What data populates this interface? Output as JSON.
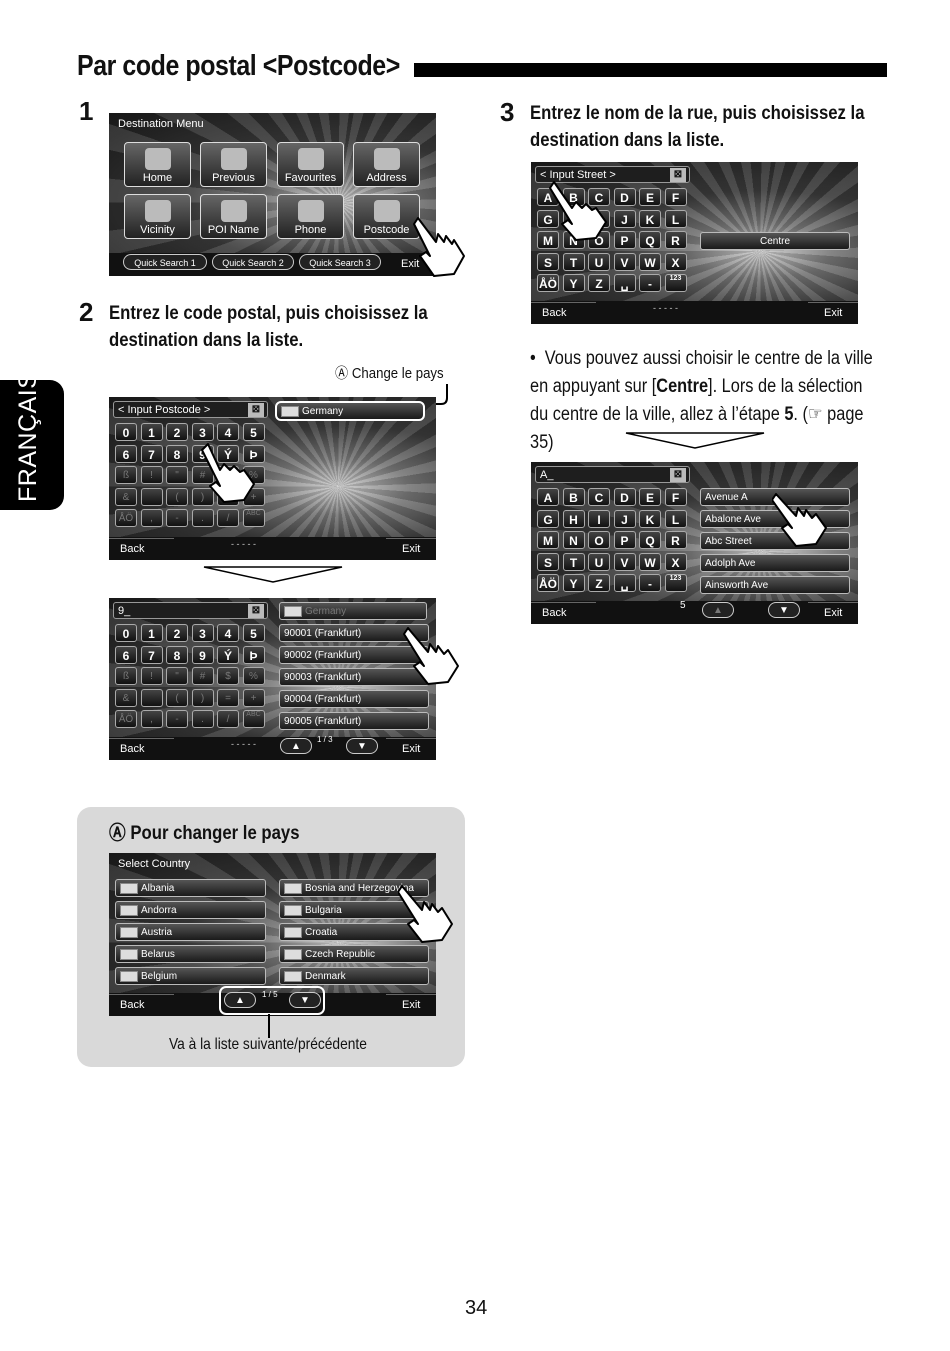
{
  "header": {
    "title": "Par code postal <Postcode>"
  },
  "side_tab": {
    "label": "FRANÇAIS"
  },
  "steps": {
    "s1": {
      "num": "1"
    },
    "s2": {
      "num": "2",
      "text": "Entrez le code postal, puis choisissez la destination dans la liste."
    },
    "s3": {
      "num": "3",
      "text": "Entrez le nom de la rue, puis choisissez la destination dans la liste."
    }
  },
  "note": {
    "bullet": "•",
    "before": "Vous pouvez aussi choisir le centre de la ville en appuyant sur [",
    "bold": "Centre",
    "after": "]. Lors de la sélection du centre de la ville, allez à l’étape ",
    "step_ref": "5",
    "tail": ". (☞ page 35)"
  },
  "callout_a": {
    "marker": "Ⓐ",
    "text": "Change le pays"
  },
  "dest_menu": {
    "title": "Destination Menu",
    "buttons": [
      "Home",
      "Previous",
      "Favourites",
      "Address",
      "Vicinity",
      "POI Name",
      "Phone",
      "Postcode"
    ],
    "quick": [
      "Quick Search 1",
      "Quick Search 2",
      "Quick Search 3"
    ],
    "exit": "Exit"
  },
  "postcode_screen": {
    "input_label": "< Input Postcode >",
    "country": "Germany",
    "keys_row1": [
      "0",
      "1",
      "2",
      "3",
      "4",
      "5"
    ],
    "keys_row2": [
      "6",
      "7",
      "8",
      "9",
      "Ý",
      "Þ"
    ],
    "keys_row3": [
      "ß",
      "!",
      "\"",
      "#",
      "$",
      "%"
    ],
    "keys_row4": [
      "&",
      "",
      "(",
      ")",
      "=",
      "+"
    ],
    "keys_row5": [
      "ÅÖ",
      ",",
      "-",
      ".",
      "/",
      "ABC"
    ],
    "back": "Back",
    "exit": "Exit",
    "dashes": "- - - - -"
  },
  "postcode_result": {
    "input_value": "9_",
    "country": "Germany",
    "items": [
      "90001 (Frankfurt)",
      "90002 (Frankfurt)",
      "90003 (Frankfurt)",
      "90004 (Frankfurt)",
      "90005 (Frankfurt)"
    ],
    "page": "1",
    "pages": "3",
    "back": "Back",
    "exit": "Exit",
    "dashes": "- - - - -"
  },
  "street_screen": {
    "input_label": "< Input Street >",
    "rows": [
      [
        "A",
        "B",
        "C",
        "D",
        "E",
        "F"
      ],
      [
        "G",
        "H",
        "I",
        "J",
        "K",
        "L"
      ],
      [
        "M",
        "N",
        "O",
        "P",
        "Q",
        "R"
      ],
      [
        "S",
        "T",
        "U",
        "V",
        "W",
        "X"
      ],
      [
        "ÅÖ",
        "Y",
        "Z",
        "␣",
        "-",
        "123"
      ]
    ],
    "centre": "Centre",
    "back": "Back",
    "exit": "Exit",
    "dashes": "- - - - -"
  },
  "street_result": {
    "input_value": "A_",
    "items": [
      "Avenue A",
      "Abalone Ave",
      "Abc Street",
      "Adolph Ave",
      "Ainsworth Ave"
    ],
    "count": "5",
    "back": "Back",
    "exit": "Exit"
  },
  "country_box": {
    "heading_marker": "Ⓐ",
    "heading": "Pour changer le pays",
    "screen_title": "Select Country",
    "left": [
      "Albania",
      "Andorra",
      "Austria",
      "Belarus",
      "Belgium"
    ],
    "right": [
      "Bosnia and Herzegovina",
      "Bulgaria",
      "Croatia",
      "Czech Republic",
      "Denmark"
    ],
    "page": "1",
    "pages": "5",
    "back": "Back",
    "exit": "Exit",
    "caption": "Va à la liste suivante/précédente"
  },
  "footer": {
    "page_number": "34"
  },
  "colors": {
    "ink": "#111111",
    "gray_box": "#d9d9d9",
    "tab": "#000000"
  }
}
